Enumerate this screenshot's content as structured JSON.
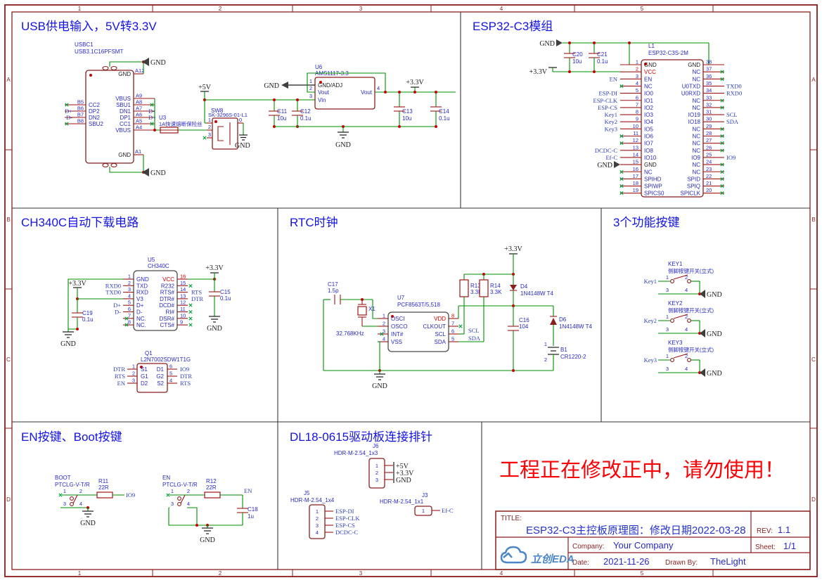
{
  "lbl": {
    "gnd": "GND",
    "v5": "+5V",
    "v33": "+3.3V"
  },
  "frame": {
    "cols": [
      "1",
      "2",
      "3",
      "4",
      "5"
    ],
    "rows": [
      "A",
      "B",
      "C",
      "D"
    ]
  },
  "sections": {
    "usb": {
      "title": "USB供电输入，5V转3.3V"
    },
    "esp32": {
      "title": "ESP32-C3模组"
    },
    "ch340": {
      "title": "CH340C自动下载电路"
    },
    "rtc": {
      "title": "RTC时钟"
    },
    "keys": {
      "title": "3个功能按键"
    },
    "enboot": {
      "title": "EN按键、Boot按键"
    },
    "conn": {
      "title": "DL18-0615驱动板连接排针"
    }
  },
  "usb": {
    "usbc": {
      "ref": "USBC1",
      "val": "USB3.1C16PFSMT",
      "lpins": [
        {
          "n": "B5",
          "t": "CC2",
          "x": "✕"
        },
        {
          "n": "B6",
          "t": "DP2",
          "net": "D+"
        },
        {
          "n": "B7",
          "t": "DN2",
          "net": "D-"
        },
        {
          "n": "B8",
          "t": "SBU2",
          "x": "✕"
        }
      ],
      "rpins": [
        {
          "n": "A9",
          "t": "VBUS"
        },
        {
          "n": "A8",
          "t": "SBU1",
          "x": "✕"
        },
        {
          "n": "A7",
          "t": "DN1",
          "net": "D-"
        },
        {
          "n": "A6",
          "t": "DP1",
          "net": "D+"
        },
        {
          "n": "A5",
          "t": "CC1",
          "x": "✕"
        },
        {
          "n": "A4",
          "t": "VBUS"
        }
      ],
      "gnd_top_n": "A12",
      "gnd_top_t": "GND",
      "gnd_bot_n": "A1",
      "gnd_bot_t": "GND"
    },
    "u3": {
      "ref": "U3",
      "val": "1A快速熔断保险丝"
    },
    "sw8": {
      "ref": "SW8",
      "val": "SK-3296S-01-L1",
      "p1": "1",
      "p2": "2",
      "p3": "3",
      "p0": "0"
    },
    "u6": {
      "ref": "U6",
      "val": "AMS1117-3.3",
      "n1": "1",
      "t1": "GND/ADJ",
      "n2": "2",
      "t2": "Vout",
      "n3": "3",
      "t3": "Vin",
      "n4": "4",
      "t4": "Vout"
    },
    "caps_in": [
      {
        "ref": "C11",
        "val": "10u"
      },
      {
        "ref": "C12",
        "val": "0.1u"
      }
    ],
    "caps_out": [
      {
        "ref": "C13",
        "val": "10u"
      },
      {
        "ref": "C14",
        "val": "0.1u"
      }
    ]
  },
  "esp32": {
    "ref": "L1",
    "val": "ESP32-C3S-2M",
    "caps": [
      {
        "ref": "C20",
        "val": "10u"
      },
      {
        "ref": "C21",
        "val": "0.1u"
      }
    ],
    "lpins": [
      {
        "n": "1",
        "t": "GND",
        "c": "#1a1a1a"
      },
      {
        "n": "2",
        "t": "VCC",
        "c": "#d40000",
        "pc": "#d40000"
      },
      {
        "n": "3",
        "t": "EN",
        "net": "EN"
      },
      {
        "n": "4",
        "t": "NC",
        "x": "✕"
      },
      {
        "n": "5",
        "t": "IO0",
        "net": "ESP-DI"
      },
      {
        "n": "6",
        "t": "IO1",
        "net": "ESP-CLK"
      },
      {
        "n": "7",
        "t": "IO2",
        "net": "ESP-CS"
      },
      {
        "n": "8",
        "t": "IO3",
        "net": "Key1"
      },
      {
        "n": "9",
        "t": "IO4",
        "net": "Key2"
      },
      {
        "n": "10",
        "t": "IO5",
        "net": "Key3"
      },
      {
        "n": "11",
        "t": "IO6",
        "x": "✕"
      },
      {
        "n": "12",
        "t": "IO7",
        "x": "✕"
      },
      {
        "n": "13",
        "t": "IO8",
        "net": "DCDC-C"
      },
      {
        "n": "14",
        "t": "IO10",
        "net": "Ef-C"
      },
      {
        "n": "15",
        "t": "GND",
        "c": "#1a1a1a"
      },
      {
        "n": "16",
        "t": "NC",
        "x": "✕"
      },
      {
        "n": "17",
        "t": "SPIHD",
        "x": "✕"
      },
      {
        "n": "18",
        "t": "SPIWP",
        "x": "✕"
      },
      {
        "n": "19",
        "t": "SPICS0",
        "x": "✕"
      }
    ],
    "rpins": [
      {
        "n": "38",
        "t": "GND",
        "c": "#1a1a1a"
      },
      {
        "n": "37",
        "t": "NC",
        "x": "✕"
      },
      {
        "n": "36",
        "t": "NC",
        "x": "✕"
      },
      {
        "n": "35",
        "t": "U0TXD",
        "net": "TXD0"
      },
      {
        "n": "34",
        "t": "U0RXD",
        "net": "RXD0"
      },
      {
        "n": "33",
        "t": "NC",
        "x": "✕"
      },
      {
        "n": "32",
        "t": "NC",
        "x": "✕"
      },
      {
        "n": "31",
        "t": "IO19",
        "net": "SCL"
      },
      {
        "n": "30",
        "t": "IO18",
        "net": "SDA"
      },
      {
        "n": "29",
        "t": "NC",
        "x": "✕"
      },
      {
        "n": "28",
        "t": "NC",
        "x": "✕"
      },
      {
        "n": "27",
        "t": "NC",
        "x": "✕"
      },
      {
        "n": "26",
        "t": "NC",
        "x": "✕"
      },
      {
        "n": "25",
        "t": "IO9",
        "net": "IO9"
      },
      {
        "n": "24",
        "t": "NC",
        "x": "✕"
      },
      {
        "n": "23",
        "t": "NC",
        "x": "✕"
      },
      {
        "n": "22",
        "t": "SPID",
        "x": "✕"
      },
      {
        "n": "21",
        "t": "SPIQ",
        "x": "✕"
      },
      {
        "n": "20",
        "t": "SPICLK",
        "x": "✕"
      }
    ]
  },
  "ch340": {
    "u5": {
      "ref": "U5",
      "val": "CH340C",
      "lpins": [
        {
          "n": "1",
          "t": "GND"
        },
        {
          "n": "2",
          "t": "TXD",
          "net": "RXD0"
        },
        {
          "n": "3",
          "t": "RXD",
          "net": "TXD0"
        },
        {
          "n": "4",
          "t": "V3"
        },
        {
          "n": "5",
          "t": "D+",
          "net": "D+"
        },
        {
          "n": "6",
          "t": "D-",
          "net": "D-"
        },
        {
          "n": "7",
          "t": "NC.",
          "x": "✕"
        },
        {
          "n": "8",
          "t": "NC.",
          "x": "✕"
        }
      ],
      "rpins": [
        {
          "n": "16",
          "t": "VCC",
          "c": "#d40000",
          "pc": "#d40000"
        },
        {
          "n": "15",
          "t": "R232",
          "x": "✕"
        },
        {
          "n": "14",
          "t": "RTS#",
          "net": "RTS"
        },
        {
          "n": "13",
          "t": "DTR#",
          "net": "DTR"
        },
        {
          "n": "12",
          "t": "DCD#",
          "x": "✕"
        },
        {
          "n": "11",
          "t": "RI#",
          "x": "✕"
        },
        {
          "n": "10",
          "t": "DSR#",
          "x": "✕"
        },
        {
          "n": "9",
          "t": "CTS#",
          "x": "✕"
        }
      ]
    },
    "c19": {
      "ref": "C19",
      "val": "0.1u"
    },
    "c15": {
      "ref": "C15",
      "val": "0.1u"
    },
    "q1": {
      "ref": "Q1",
      "val": "L2N7002SDW1T1G",
      "lpins": [
        {
          "n": "1",
          "t": "S1",
          "net": "DTR"
        },
        {
          "n": "2",
          "t": "G1",
          "net": "RTS"
        },
        {
          "n": "3",
          "t": "D2",
          "net": "EN"
        }
      ],
      "rpins": [
        {
          "n": "6",
          "t": "D1",
          "net": "IO9"
        },
        {
          "n": "5",
          "t": "G2",
          "net": "DTR"
        },
        {
          "n": "4",
          "t": "S2",
          "net": "RTS"
        }
      ]
    }
  },
  "rtc": {
    "c17": {
      "ref": "C17",
      "val": "1.5p"
    },
    "x1": {
      "ref": "X1",
      "freq": "32.768KHz"
    },
    "u7": {
      "ref": "U7",
      "val": "PCF8563T/5,518",
      "lpins": [
        {
          "n": "1",
          "t": "OSCI"
        },
        {
          "n": "2",
          "t": "OSCO"
        },
        {
          "n": "3",
          "t": "INT#",
          "x": "✕"
        },
        {
          "n": "4",
          "t": "VSS"
        }
      ],
      "rpins": [
        {
          "n": "8",
          "t": "VDD",
          "c": "#d40000",
          "pc": "#d40000"
        },
        {
          "n": "7",
          "t": "CLKOUT",
          "x": "✕"
        },
        {
          "n": "6",
          "t": "SCL",
          "net": "SCL"
        },
        {
          "n": "5",
          "t": "SDA",
          "net": "SDA"
        }
      ]
    },
    "rs": [
      {
        "ref": "R13",
        "val": "3.3K"
      },
      {
        "ref": "R14",
        "val": "3.3K"
      }
    ],
    "d4": {
      "ref": "D4",
      "val": "1N4148W T4"
    },
    "d6": {
      "ref": "D6",
      "val": "1N4148W T4"
    },
    "c16": {
      "ref": "C16",
      "val": "104"
    },
    "b1": {
      "ref": "B1",
      "val": "CR1220-2",
      "p1": "1",
      "p2": "2"
    }
  },
  "keys": {
    "pn": [
      "1",
      "2",
      "3",
      "4"
    ],
    "items": [
      {
        "name": "KEY1",
        "desc": "侧脚按键开关(立式)",
        "net": "Key1"
      },
      {
        "name": "KEY2",
        "desc": "侧脚按键开关(立式)",
        "net": "Key2"
      },
      {
        "name": "KEY3",
        "desc": "侧脚按键开关(立式)",
        "net": "Key3"
      }
    ]
  },
  "enboot": {
    "boot": {
      "name": "BOOT",
      "model": "PTCLG-V-T/R",
      "rref": "R11",
      "rval": "22R",
      "net": "IO9"
    },
    "en": {
      "name": "EN",
      "model": "PTCLG-V-T/R",
      "rref": "R12",
      "rval": "22R",
      "net": "EN",
      "cref": "C18",
      "cval": "1u"
    }
  },
  "conn": {
    "j6": {
      "ref": "J6",
      "val": "HDR-M-2.54_1x3",
      "pins": [
        {
          "n": "1",
          "t": "+5V"
        },
        {
          "n": "2",
          "t": "+3.3V"
        },
        {
          "n": "3",
          "t": "GND"
        }
      ]
    },
    "j5": {
      "ref": "J5",
      "val": "HDR-M-2.54_1x4",
      "pins": [
        {
          "n": "1",
          "t": "ESP-DI"
        },
        {
          "n": "2",
          "t": "ESP-CLK"
        },
        {
          "n": "3",
          "t": "ESP-CS"
        },
        {
          "n": "4",
          "t": "DCDC-C"
        }
      ]
    },
    "j3": {
      "ref": "J3",
      "val": "HDR-M-2.54_1x1",
      "pin": "1",
      "net": "Ef-C"
    }
  },
  "warning": {
    "text": "工程正在修改正中，请勿使用！"
  },
  "titleblock": {
    "title_label": "TITLE:",
    "title": "ESP32-C3主控板原理图：修改日期2022-03-28",
    "rev_label": "REV:",
    "rev": "1.1",
    "company_label": "Company:",
    "company": "Your Company",
    "sheet_label": "Sheet:",
    "sheet": "1/1",
    "date_label": "Date:",
    "date": "2021-11-26",
    "drawnby_label": "Drawn By:",
    "drawnby": "TheLight",
    "logo": "立创EDA"
  }
}
